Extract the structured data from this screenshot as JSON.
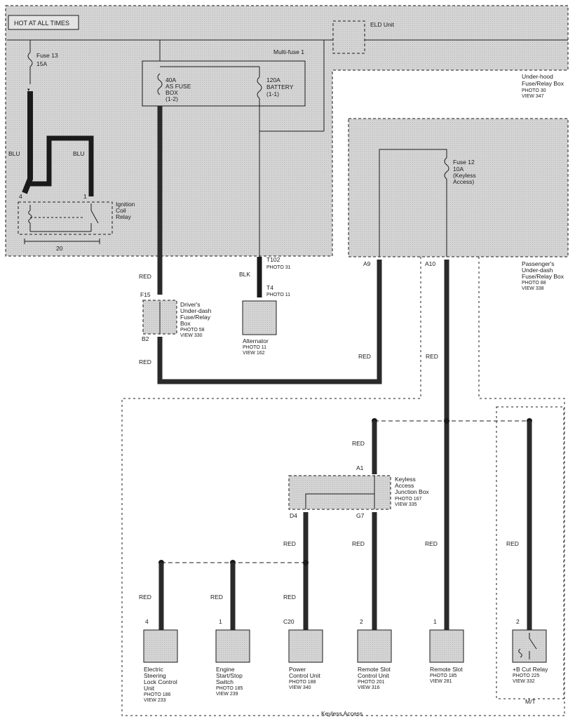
{
  "header": {
    "hot_label": "HOT AT ALL TIMES"
  },
  "fuses": {
    "fuse13": {
      "name": "Fuse 13",
      "rating": "15A"
    },
    "multifuse": "Multi-fuse 1",
    "as_fuse": [
      "40A",
      "AS FUSE",
      "BOX",
      "(1-2)"
    ],
    "battery": [
      "120A",
      "BATTERY",
      "(1-1)"
    ],
    "fuse12": [
      "Fuse 12",
      "10A",
      "(Keyless",
      "Access)"
    ]
  },
  "eld_unit": "ELD Unit",
  "underhood_box": [
    "Under-hood",
    "Fuse/Relay Box"
  ],
  "underhood_photo": [
    "PHOTO 30",
    "VIEW 347"
  ],
  "ignition_relay": {
    "label": [
      "Ignition",
      "Coil",
      "Relay"
    ],
    "pin_left": "4",
    "pin_right": "1",
    "bus_number": "20"
  },
  "wires": {
    "blu_left": "BLU",
    "blu_right": "BLU",
    "red_f15": "RED",
    "red_b2": "RED",
    "blk": "BLK",
    "red_a9": "RED",
    "red_a10": "RED",
    "red_a1": "RED",
    "red_d4": "RED",
    "red_g7": "RED",
    "red_slot": "RED",
    "red_cut": "RED",
    "red_steer": "RED",
    "red_engine": "RED",
    "red_pcu": "RED"
  },
  "connectors": {
    "t102": "T102",
    "t102_photo": "PHOTO 31",
    "t4": "T4",
    "t4_photo": "PHOTO 11",
    "f15": "F15",
    "b2": "B2",
    "a9": "A9",
    "a10": "A10",
    "a1": "A1",
    "d4": "D4",
    "g7": "G7"
  },
  "driver_box": {
    "label": [
      "Driver's",
      "Under-dash",
      "Fuse/Relay",
      "Box"
    ],
    "photo": [
      "PHOTO 58",
      "VIEW 330"
    ]
  },
  "alternator": {
    "label": "Alternator",
    "photo": [
      "PHOTO 11",
      "VIEW 162"
    ]
  },
  "passenger_box": {
    "label": [
      "Passenger's",
      "Under-dash",
      "Fuse/Relay Box"
    ],
    "photo": [
      "PHOTO 88",
      "VIEW 338"
    ]
  },
  "junction_box": {
    "label": [
      "Keyless",
      "Access",
      "Junction Box"
    ],
    "photo": [
      "PHOTO 167",
      "VIEW 335"
    ]
  },
  "components": [
    {
      "pin": "4",
      "label": [
        "Electric",
        "Steering",
        "Lock Control",
        "Unit"
      ],
      "photo": [
        "PHOTO 186",
        "VIEW 233"
      ]
    },
    {
      "pin": "1",
      "label": [
        "Engine",
        "Start/Stop",
        "Switch"
      ],
      "photo": [
        "PHOTO 185",
        "VIEW 239"
      ]
    },
    {
      "pin": "C20",
      "label": [
        "Power",
        "Control Unit"
      ],
      "photo": [
        "PHOTO 188",
        "VIEW 340"
      ]
    },
    {
      "pin": "2",
      "label": [
        "Remote Slot",
        "Control Unit"
      ],
      "photo": [
        "PHOTO 201",
        "VIEW 316"
      ]
    },
    {
      "pin": "1",
      "label": [
        "Remote Slot"
      ],
      "photo": [
        "PHOTO 185",
        "VIEW 281"
      ]
    },
    {
      "pin": "2",
      "label": [
        "+B Cut Relay"
      ],
      "photo": [
        "PHOTO 225",
        "VIEW 332"
      ]
    }
  ],
  "footer": {
    "keyless_access": "Keyless Access",
    "mt": "M/T"
  },
  "colors": {
    "shade": "#d7d7d7",
    "line": "#1a1a1a",
    "wire": "#2a2a2a"
  }
}
